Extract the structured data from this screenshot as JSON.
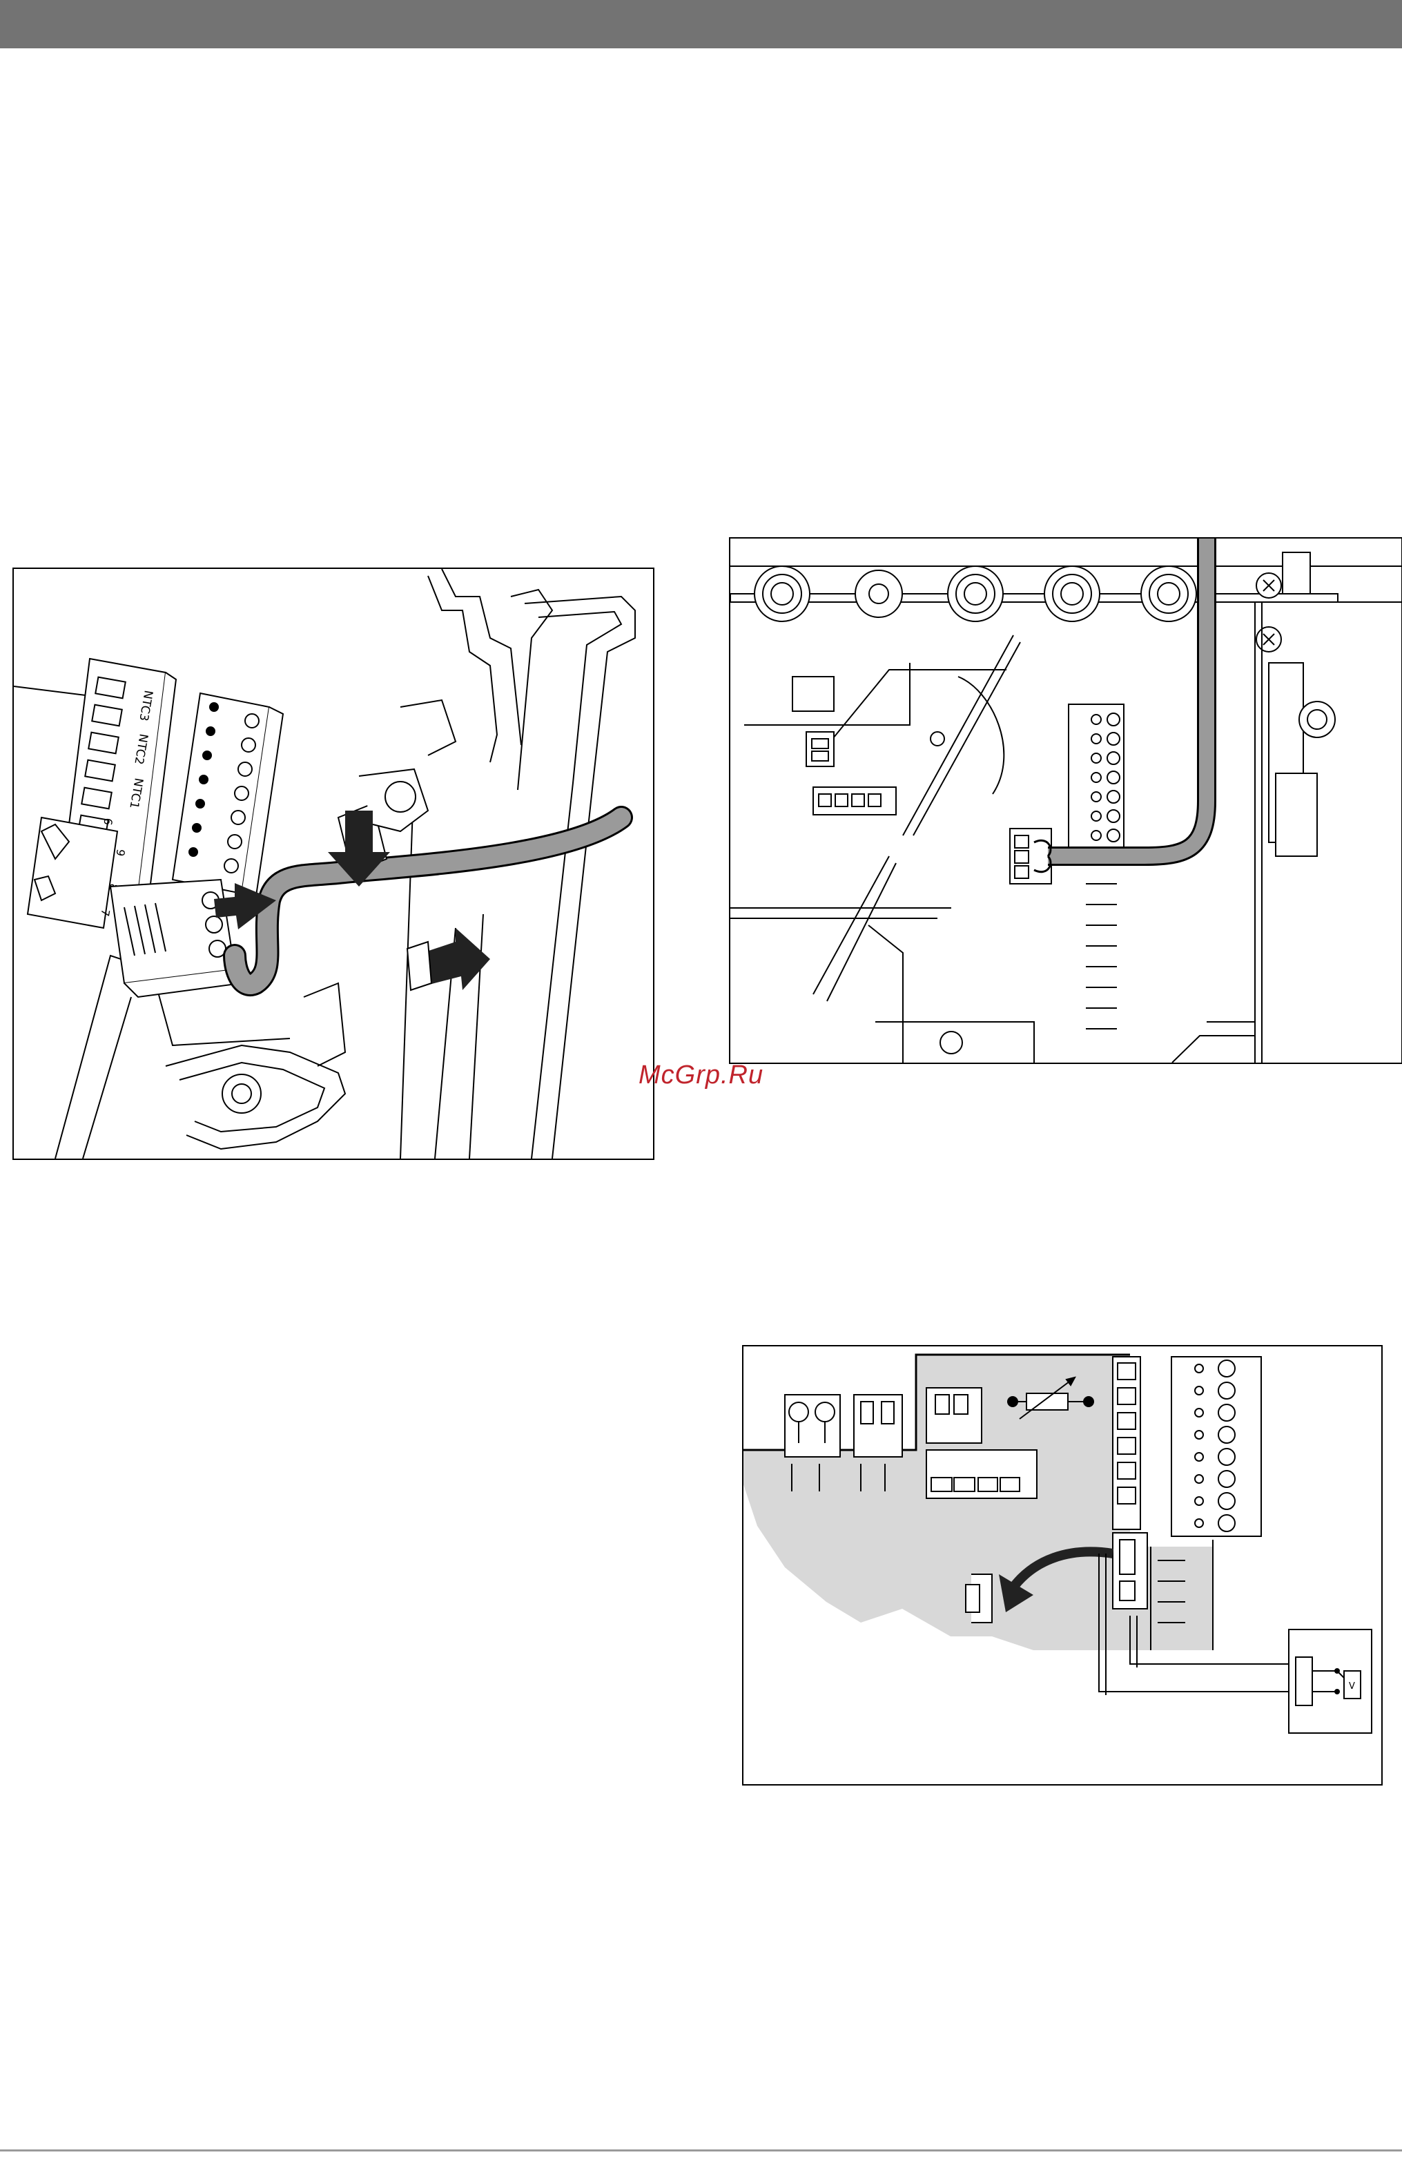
{
  "header": {
    "bar_color": "#737373"
  },
  "watermark": {
    "text": "McGrp.Ru",
    "color": "#c0242c"
  },
  "figure1": {
    "ntc_labels": [
      "NTC3",
      "NTC2",
      "NTC1"
    ],
    "terminal_numbers": [
      "9",
      "8",
      "7",
      "6"
    ]
  },
  "figure2": {},
  "figure3": {
    "meter_label": "V"
  },
  "footer": {
    "rule_color": "#9a9a9a"
  }
}
